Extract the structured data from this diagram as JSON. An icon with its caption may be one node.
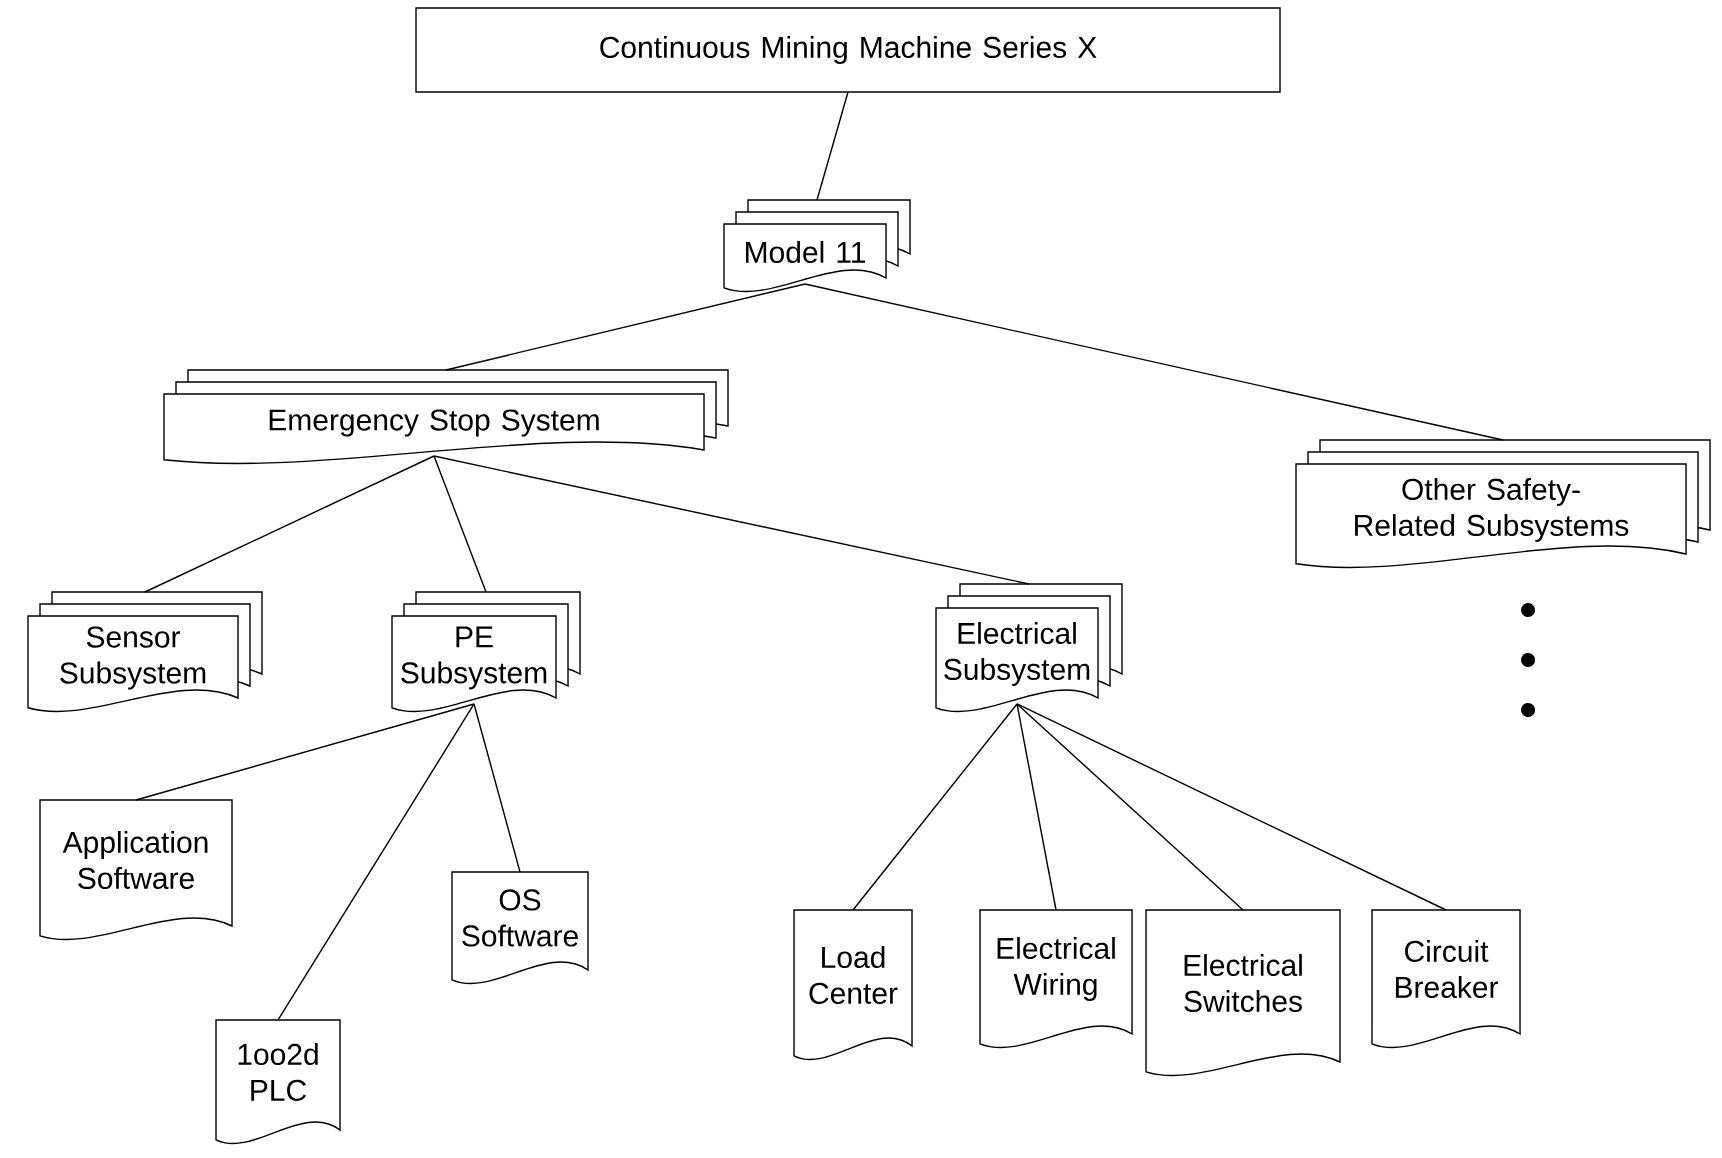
{
  "diagram": {
    "nodes": [
      {
        "text": [
          "Continuous Mining Machine Series X"
        ]
      },
      {
        "text": [
          "Model 11"
        ]
      },
      {
        "text": [
          "Emergency Stop System"
        ]
      },
      {
        "text": [
          "Other Safety-Related Subsystems"
        ]
      },
      {
        "text": [
          "Sensor Subsystem"
        ]
      },
      {
        "text": [
          "PE Subsystem"
        ]
      },
      {
        "text": [
          "Electrical Subsystem"
        ]
      },
      {
        "text": [
          "Application Software"
        ]
      },
      {
        "text": [
          "1oo2d PLC"
        ]
      },
      {
        "text": [
          "OS Software"
        ]
      },
      {
        "text": [
          "Load Center"
        ]
      },
      {
        "text": [
          "Electrical Wiring"
        ]
      },
      {
        "text": [
          "Electrical Switches"
        ]
      },
      {
        "text": [
          "Circuit Breaker"
        ]
      }
    ],
    "edges": [
      {
        "from": 0,
        "to": 1,
        "arrow": "none"
      },
      {
        "from": 1,
        "to": 2,
        "arrow": "none"
      },
      {
        "from": 1,
        "to": 3,
        "arrow": "none"
      },
      {
        "from": 2,
        "to": 4,
        "arrow": "none"
      },
      {
        "from": 2,
        "to": 5,
        "arrow": "none"
      },
      {
        "from": 2,
        "to": 6,
        "arrow": "none"
      },
      {
        "from": 5,
        "to": 7,
        "arrow": "none"
      },
      {
        "from": 5,
        "to": 8,
        "arrow": "none"
      },
      {
        "from": 5,
        "to": 9,
        "arrow": "none"
      },
      {
        "from": 6,
        "to": 10,
        "arrow": "none"
      },
      {
        "from": 6,
        "to": 11,
        "arrow": "none"
      },
      {
        "from": 6,
        "to": 12,
        "arrow": "none"
      },
      {
        "from": 6,
        "to": 13,
        "arrow": "none"
      }
    ]
  }
}
